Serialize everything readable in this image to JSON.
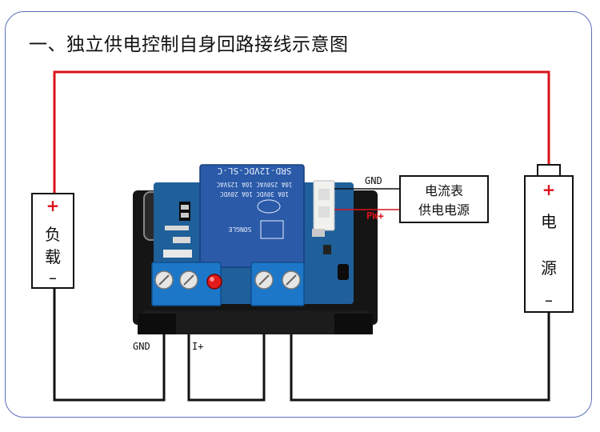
{
  "title": "一、独立供电控制自身回路接线示意图",
  "load": {
    "plus": "+",
    "char1": "负",
    "char2": "载",
    "minus": "–"
  },
  "supply": {
    "plus": "+",
    "char1": "电",
    "char2": "源",
    "minus": "–"
  },
  "ammeter_supply": {
    "line1": "电流表",
    "line2": "供电电源"
  },
  "labels": {
    "gnd_top": "GND",
    "pw_plus": "PW+",
    "gnd_bottom": "GND",
    "i_plus": "I+"
  },
  "relay": {
    "model": "SRD-12VDC-SL-C",
    "spec1": "10A 250VAC  10A 125VAC",
    "spec2": "10A 30VDC  10A 28VDC",
    "brand": "SONGLE"
  },
  "colors": {
    "red_wire": "#d9121a",
    "black_wire": "#111111",
    "pcb": "#1f5f9a",
    "relay": "#2a5aa8",
    "terminal": "#1d77c8",
    "frame": "#5b6fb8"
  }
}
